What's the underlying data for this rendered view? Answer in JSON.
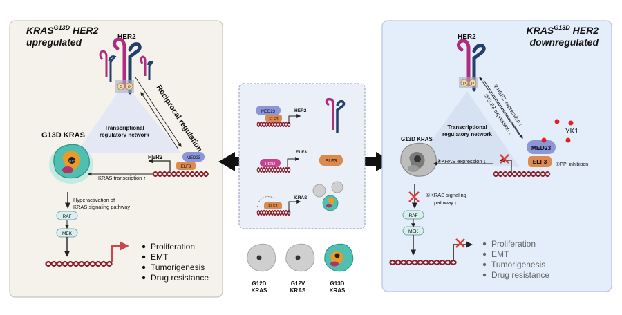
{
  "left_panel": {
    "title_gene": "KRAS",
    "title_sup": "G13D",
    "title_rest": " HER2",
    "title_line2": "upregulated",
    "her2_label": "HER2",
    "receptor_p": "P",
    "kras_label": "G13D KRAS",
    "gtp_label": "GTP",
    "network_line1": "Transcriptional",
    "network_line2": "regulatory network",
    "reciprocal_label": "Reciprocal regulation",
    "med23": "MED23",
    "elf3": "ELF3",
    "her2_gene": "HER2",
    "kras_transcription": "KRAS transcription ↑",
    "hyper_line1": "Hyperactivation of",
    "hyper_line2": "KRAS signaling pathway",
    "raf": "RAF",
    "mek": "MEK",
    "outcomes": [
      "Proliferation",
      "EMT",
      "Tumorigenesis",
      "Drug resistance"
    ]
  },
  "center_panel": {
    "med23": "MED23",
    "elf3": "ELF3",
    "her2_gene": "HER2",
    "her2_box": "HER2",
    "elf3_gene": "ELF3",
    "elf3_protein": "ELF3",
    "elf3_small": "ELF3",
    "kras_gene": "KRAS",
    "variants": [
      {
        "line1": "G12D",
        "line2": "KRAS"
      },
      {
        "line1": "G12V",
        "line2": "KRAS"
      },
      {
        "line1": "G13D",
        "line2": "KRAS"
      }
    ]
  },
  "right_panel": {
    "title_gene": "KRAS",
    "title_sup": "G13D",
    "title_rest": " HER2",
    "title_line2": "downregulated",
    "her2_label": "HER2",
    "receptor_p": "P",
    "kras_label": "G13D KRAS",
    "network_line1": "Transcriptional",
    "network_line2": "regulatory network",
    "step2": "②HER2 expression ↓",
    "step3": "③ELF3 expression ↓",
    "med23": "MED23",
    "elf3": "ELF3",
    "yk1": "YK1",
    "step1": "①PPI inhibition",
    "step4": "④KRAS expression ↓",
    "step5_line1": "⑤KRAS signaling",
    "step5_line2": "pathway ↓",
    "raf": "RAF",
    "mek": "MEK",
    "outcomes": [
      "Proliferation",
      "EMT",
      "Tumorigenesis",
      "Drug resistance"
    ]
  },
  "colors": {
    "left_bg": "#f4f2ea",
    "right_bg": "#e4eefa",
    "center_bg": "#eaeff8",
    "her2_magenta": "#b02c7e",
    "her2_navy": "#23406a",
    "med23": "#8c96db",
    "elf3": "#dc8a4e",
    "dna": "#8b1e2b",
    "kras_teal": "#4fbfb2",
    "kras_orange": "#e89a2a",
    "yk1": "#dc2424",
    "inhibit_x": "#e53935"
  }
}
